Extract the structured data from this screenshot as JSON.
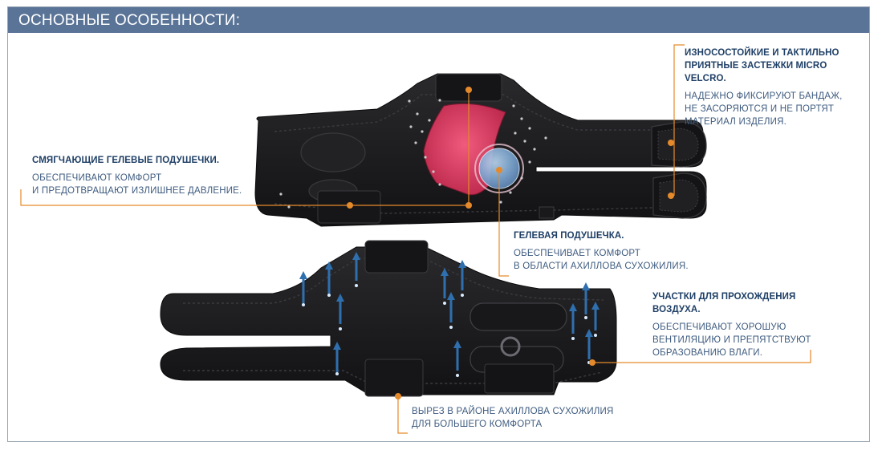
{
  "header": {
    "title": "ОСНОВНЫЕ ОСОБЕННОСТИ:"
  },
  "colors": {
    "header_bg": "#5a7497",
    "callout_line": "#e58a2b",
    "heading_text": "#1f3f66",
    "body_text": "#3f5c80",
    "brace": "#1c1c1e",
    "gel_pad": "#d83a5f",
    "airflow_arrow": "#2f6fae"
  },
  "callouts": {
    "velcro": {
      "title": "ИЗНОСОСТОЙКИЕ И ТАКТИЛЬНО\nПРИЯТНЫЕ ЗАСТЕЖКИ MICRO VELCRO.",
      "text": "НАДЕЖНО ФИКСИРУЮТ БАНДАЖ,\nНЕ ЗАСОРЯЮТСЯ И НЕ ПОРТЯТ\nМАТЕРИАЛ ИЗДЕЛИЯ."
    },
    "gel_pads": {
      "title": "СМЯГЧАЮЩИЕ ГЕЛЕВЫЕ ПОДУШЕЧКИ.",
      "text": "ОБЕСПЕЧИВАЮТ КОМФОРТ\nИ ПРЕДОТВРАЩАЮТ ИЗЛИШНЕЕ ДАВЛЕНИЕ."
    },
    "gel_pad": {
      "title": "ГЕЛЕВАЯ ПОДУШЕЧКА.",
      "text": "ОБЕСПЕЧИВАЕТ КОМФОРТ\nВ ОБЛАСТИ АХИЛЛОВА СУХОЖИЛИЯ."
    },
    "airflow": {
      "title": "УЧАСТКИ ДЛЯ ПРОХОЖДЕНИЯ\nВОЗДУХА.",
      "text": "ОБЕСПЕЧИВАЮТ ХОРОШУЮ\nВЕНТИЛЯЦИЮ И ПРЕПЯТСТВУЮТ\nОБРАЗОВАНИЮ ВЛАГИ."
    },
    "cutout": {
      "text": "ВЫРЕЗ В РАЙОНЕ АХИЛЛОВА СУХОЖИЛИЯ\nДЛЯ БОЛЬШЕГО КОМФОРТА"
    }
  }
}
